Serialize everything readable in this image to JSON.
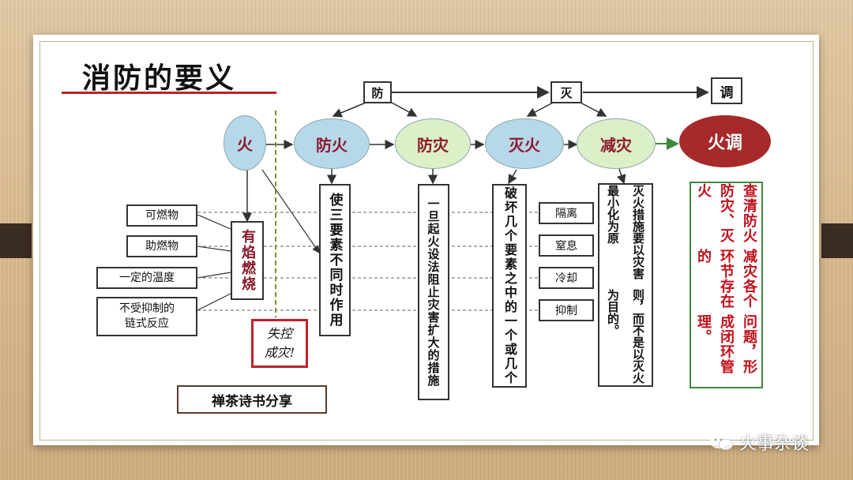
{
  "title": "消防的要义",
  "top_labels": {
    "fang": "防",
    "mie": "灭",
    "tiao": "调"
  },
  "nodes": {
    "huo": "火",
    "fanghuo": "防火",
    "fangzai": "防灾",
    "miehuo": "灭火",
    "jianzai": "减灾",
    "huotiao": "火调"
  },
  "fuel_items": [
    "可燃物",
    "助燃物",
    "一定的温度",
    "不受抑制的",
    "链式反应"
  ],
  "has_flame": "有焰燃烧",
  "loss_control": {
    "line1": "失控",
    "line2": "成灾!"
  },
  "share_label": "禅茶诗书分享",
  "fanghuo_text": "使三要素不同时作用",
  "fangzai_text": "一旦起火设法阻止灾害扩大的措施",
  "miehuo_text": "破坏几个要素之中的一个或几个",
  "methods": [
    "隔离",
    "窒息",
    "冷却",
    "抑制"
  ],
  "jianzai_text": [
    "灭火措施要以灾害最小化为原",
    "则，而不是以灭火为目的。"
  ],
  "tiao_text": [
    "查清防火防灾、灭火",
    "减灾各个环节存在的",
    "问题，形成闭环管理。"
  ],
  "watermark": "火事杂谈",
  "colors": {
    "accent_red": "#c0202a",
    "node_blue": "#b7d8ea",
    "node_green": "#dcefc8",
    "tiao_node": "#a62a2a"
  }
}
